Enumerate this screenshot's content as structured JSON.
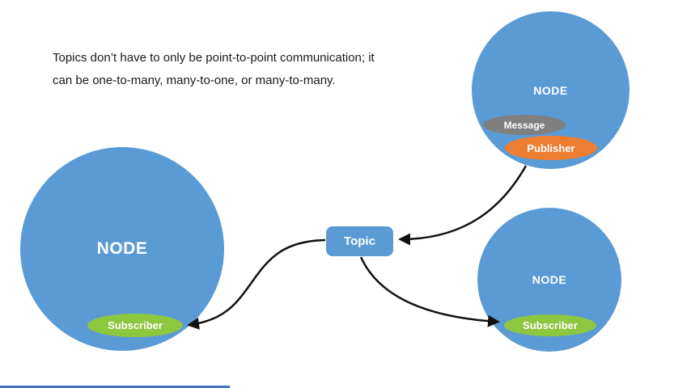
{
  "caption": {
    "line1": "Topics don’t have to only be point-to-point communication; it",
    "line2": "can be one-to-many, many-to-one, or many-to-many."
  },
  "topic": {
    "label": "Topic"
  },
  "nodes": {
    "left": {
      "label": "NODE",
      "subscriber": "Subscriber"
    },
    "top_right": {
      "label": "NODE",
      "message": "Message",
      "publisher": "Publisher"
    },
    "bottom_right": {
      "label": "NODE",
      "subscriber": "Subscriber"
    }
  },
  "connections": [
    {
      "from": "publisher-top-right",
      "to": "topic"
    },
    {
      "from": "topic",
      "to": "subscriber-left"
    },
    {
      "from": "topic",
      "to": "subscriber-bottom-right"
    }
  ],
  "colors": {
    "node_blue": "#5B9BD5",
    "subscriber_green": "#8DC63F",
    "publisher_orange": "#ED7D31",
    "message_gray": "#7F7F7F",
    "arrow_black": "#111111",
    "progress_blue": "#4472C4"
  }
}
